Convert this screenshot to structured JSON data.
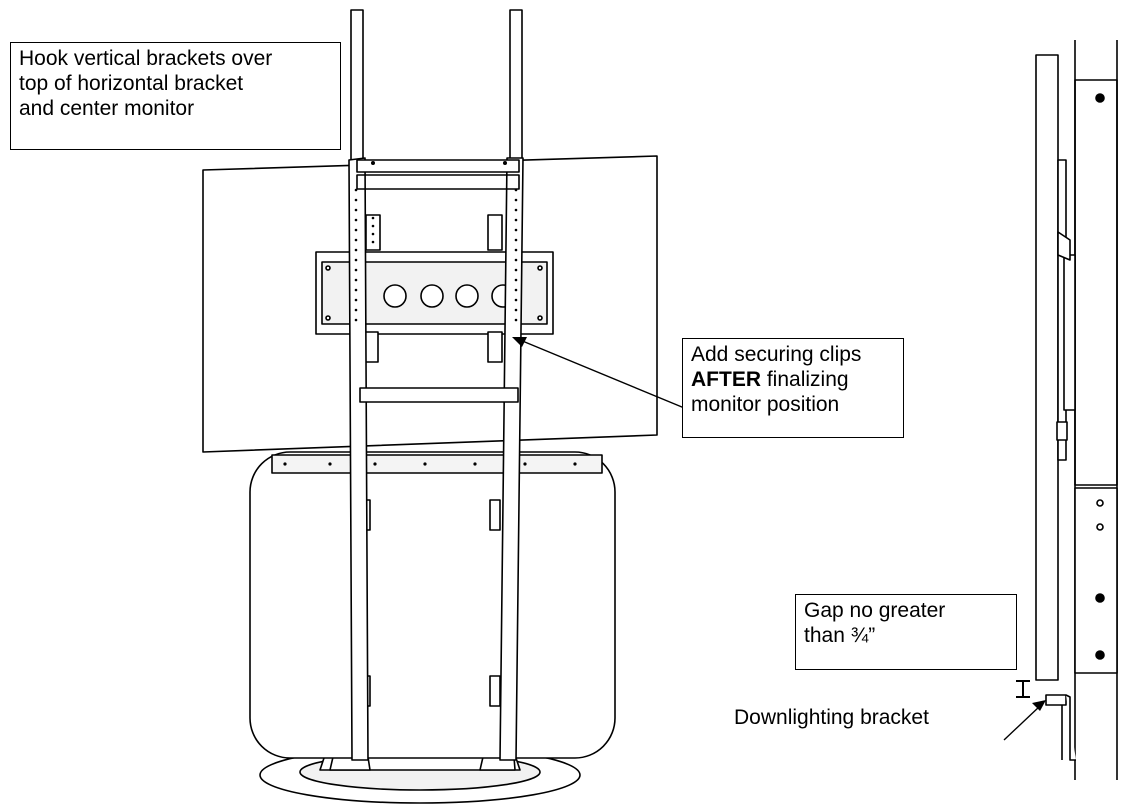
{
  "callouts": {
    "hook": {
      "lines": [
        "Hook vertical brackets over",
        "top of horizontal bracket",
        "and center monitor"
      ]
    },
    "clips": {
      "line1": "Add securing clips",
      "line2_bold": "AFTER",
      "line2_rest": " finalizing",
      "line3": "monitor position"
    },
    "gap": {
      "lines": [
        "Gap no greater",
        "than ¾”"
      ]
    },
    "downlight": {
      "label": "Downlighting bracket"
    }
  },
  "colors": {
    "line": "#000000",
    "fill": "#ffffff",
    "shade": "#e9e9e9"
  }
}
